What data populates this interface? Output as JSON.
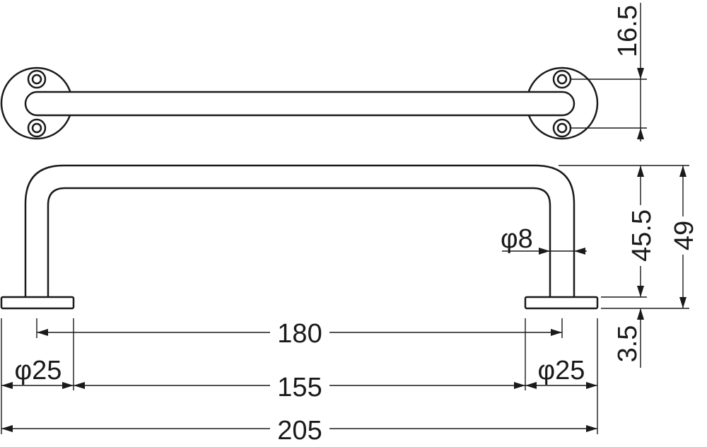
{
  "drawing": {
    "dimensions": {
      "mount_spacing": "180",
      "inner_span": "155",
      "overall_length": "205",
      "base_dia_left": "φ25",
      "base_dia_right": "φ25",
      "rod_dia": "φ8",
      "hole_spacing": "16.5",
      "inner_height": "45.5",
      "total_height": "49",
      "base_thickness": "3.5"
    },
    "color": "#1a1a1a"
  }
}
